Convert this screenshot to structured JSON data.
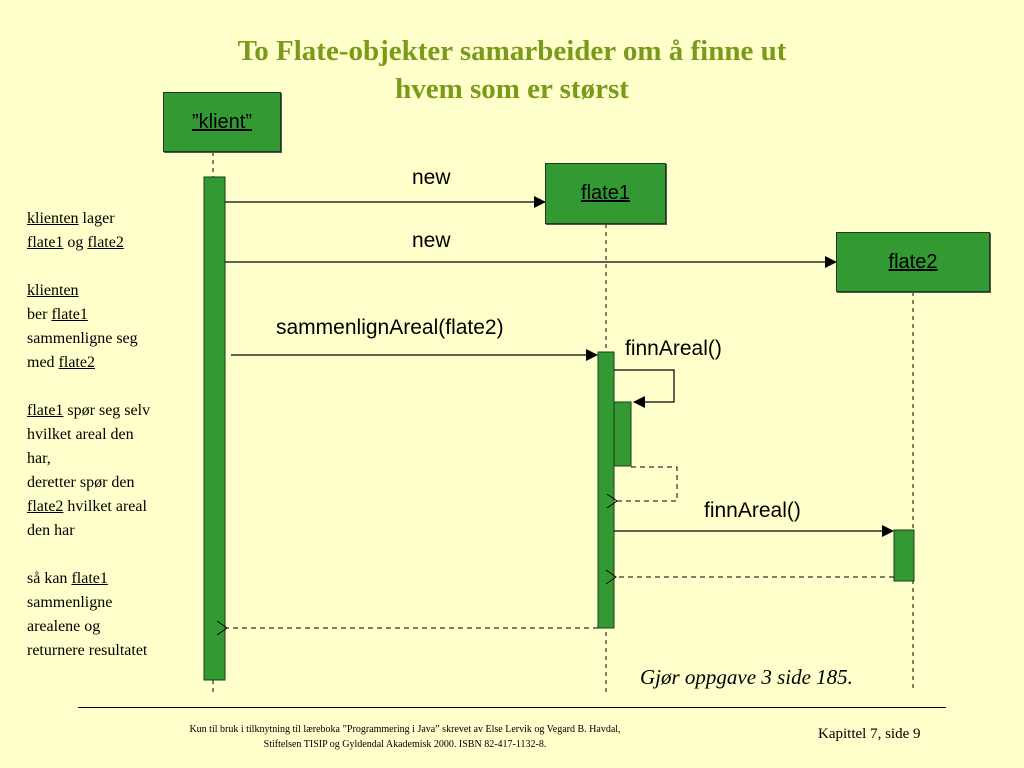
{
  "title": {
    "line1": "To Flate-objekter samarbeider om å finne ut",
    "line2": "hvem som er størst"
  },
  "objects": {
    "klient": "”klient”",
    "flate1": "flate1",
    "flate2": "flate2"
  },
  "messages": {
    "new1": "new",
    "new2": "new",
    "compare": "sammenlignAreal(flate2)",
    "finn_self": "finnAreal()",
    "finn_other": "finnAreal()"
  },
  "notes": [
    [
      {
        "t": "klienten",
        "u": true
      },
      {
        "t": " lager",
        "u": false
      },
      {
        "br": true
      },
      {
        "t": "flate1",
        "u": true
      },
      {
        "t": " og ",
        "u": false
      },
      {
        "t": "flate2",
        "u": true
      }
    ],
    [
      {
        "t": "klienten",
        "u": true
      },
      {
        "br": true
      },
      {
        "t": "ber ",
        "u": false
      },
      {
        "t": "flate1",
        "u": true
      },
      {
        "br": true
      },
      {
        "t": "sammenligne seg",
        "u": false
      },
      {
        "br": true
      },
      {
        "t": "med ",
        "u": false
      },
      {
        "t": "flate2",
        "u": true
      }
    ],
    [
      {
        "t": "flate1",
        "u": true
      },
      {
        "t": " spør seg selv",
        "u": false
      },
      {
        "br": true
      },
      {
        "t": "hvilket areal den",
        "u": false
      },
      {
        "br": true
      },
      {
        "t": "har,",
        "u": false
      },
      {
        "br": true
      },
      {
        "t": "deretter spør den",
        "u": false
      },
      {
        "br": true
      },
      {
        "t": "flate2",
        "u": true
      },
      {
        "t": " hvilket areal",
        "u": false
      },
      {
        "br": true
      },
      {
        "t": "den har",
        "u": false
      }
    ],
    [
      {
        "t": "så kan ",
        "u": false
      },
      {
        "t": "flate1",
        "u": true
      },
      {
        "br": true
      },
      {
        "t": "sammenligne",
        "u": false
      },
      {
        "br": true
      },
      {
        "t": "arealene og",
        "u": false
      },
      {
        "br": true
      },
      {
        "t": "returnere resultatet",
        "u": false
      }
    ]
  ],
  "exercise": "Gjør oppgave 3 side 185.",
  "footer": {
    "line1": "Kun til bruk i tilknytning til læreboka ”Programmering i Java” skrevet av Else Lervik og Vegard B. Havdal,",
    "line2": "Stiftelsen TISIP og Gyldendal Akademisk 2000. ISBN 82-417-1132-8.",
    "page": "Kapittel 7, side 9"
  },
  "colors": {
    "background": "#ffffcc",
    "title": "#7a9a1a",
    "box": "#339933"
  }
}
